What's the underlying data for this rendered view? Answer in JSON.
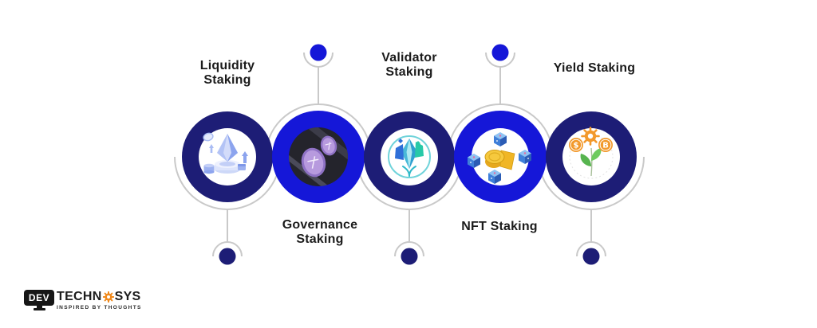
{
  "nodes": [
    {
      "id": "liquidity",
      "label_line1": "Liquidity",
      "label_line2": "Staking",
      "label_position": "top",
      "icon": "liquidity-staking-icon",
      "ring": "navy"
    },
    {
      "id": "governance",
      "label_line1": "Governance",
      "label_line2": "Staking",
      "label_position": "bottom",
      "icon": "governance-staking-icon",
      "ring": "bright_blue"
    },
    {
      "id": "validator",
      "label_line1": "Validator",
      "label_line2": "Staking",
      "label_position": "top",
      "icon": "validator-staking-icon",
      "ring": "navy"
    },
    {
      "id": "nft",
      "label_line1": "NFT Staking",
      "label_line2": "",
      "label_position": "bottom",
      "icon": "nft-staking-icon",
      "ring": "bright_blue"
    },
    {
      "id": "yield",
      "label_line1": "Yield Staking",
      "label_line2": "",
      "label_position": "top",
      "icon": "yield-staking-icon",
      "ring": "navy"
    }
  ],
  "yield_icon_symbols": {
    "dollar": "$",
    "bitcoin": "B"
  },
  "colors": {
    "navy": "#1D1D76",
    "bright_blue": "#1517D8",
    "connector_gray": "#C9C9C9",
    "label_text": "#1B1B1B",
    "logo_orange": "#F08A1D",
    "background": "#FFFFFF"
  },
  "logo": {
    "dev": "DEV",
    "techn": "TECHN",
    "sys": "SYS",
    "tagline": "INSPIRED BY THOUGHTS"
  }
}
